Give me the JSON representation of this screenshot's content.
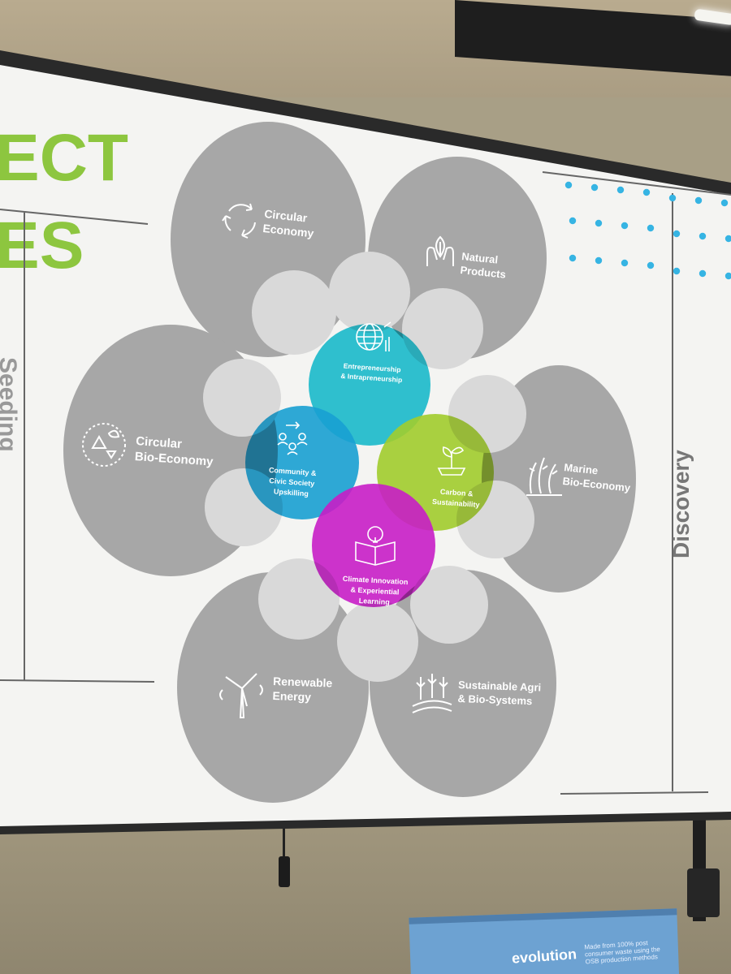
{
  "title_fragments": [
    "ECT",
    "ES"
  ],
  "side_labels": {
    "left": "Seeding",
    "right": "Discovery"
  },
  "outer_petals": [
    {
      "label_lines": [
        "Circular",
        "Economy"
      ],
      "icon": "recycle-arrows-icon"
    },
    {
      "label_lines": [
        "Natural",
        "Products"
      ],
      "icon": "hands-leaf-icon"
    },
    {
      "label_lines": [
        "Marine",
        "Bio-Economy"
      ],
      "icon": "seaweed-icon"
    },
    {
      "label_lines": [
        "Sustainable Agri",
        "& Bio-Systems"
      ],
      "icon": "crops-field-icon"
    },
    {
      "label_lines": [
        "Renewable",
        "Energy"
      ],
      "icon": "wind-turbine-icon"
    },
    {
      "label_lines": [
        "Circular",
        "Bio-Economy"
      ],
      "icon": "bio-cycle-icon"
    }
  ],
  "inner_circles": [
    {
      "label_lines": [
        "Entrepreneurship",
        "& Intrapreneurship"
      ],
      "color": "#1fc3d6",
      "icon": "globe-growth-icon"
    },
    {
      "label_lines": [
        "Community &",
        "Civic Society",
        "Upskilling"
      ],
      "color": "#1aa7de",
      "icon": "people-network-icon"
    },
    {
      "label_lines": [
        "Carbon &",
        "Sustainability"
      ],
      "color": "#a9d62f",
      "icon": "sprout-hand-icon"
    },
    {
      "label_lines": [
        "Climate Innovation",
        "& Experiential",
        "Learning"
      ],
      "color": "#d21fd2",
      "icon": "lightbulb-book-icon"
    }
  ],
  "colors": {
    "accent_green": "#8dc63f",
    "petal_gray": "#a7a7a7",
    "small_circle": "#d9d9d9",
    "dot_blue": "#36b4e3",
    "screen_white": "#f4f4f2"
  },
  "box": {
    "brand": "evolution",
    "tagline": "Made from 100% post consumer waste using the OSB production methods"
  }
}
